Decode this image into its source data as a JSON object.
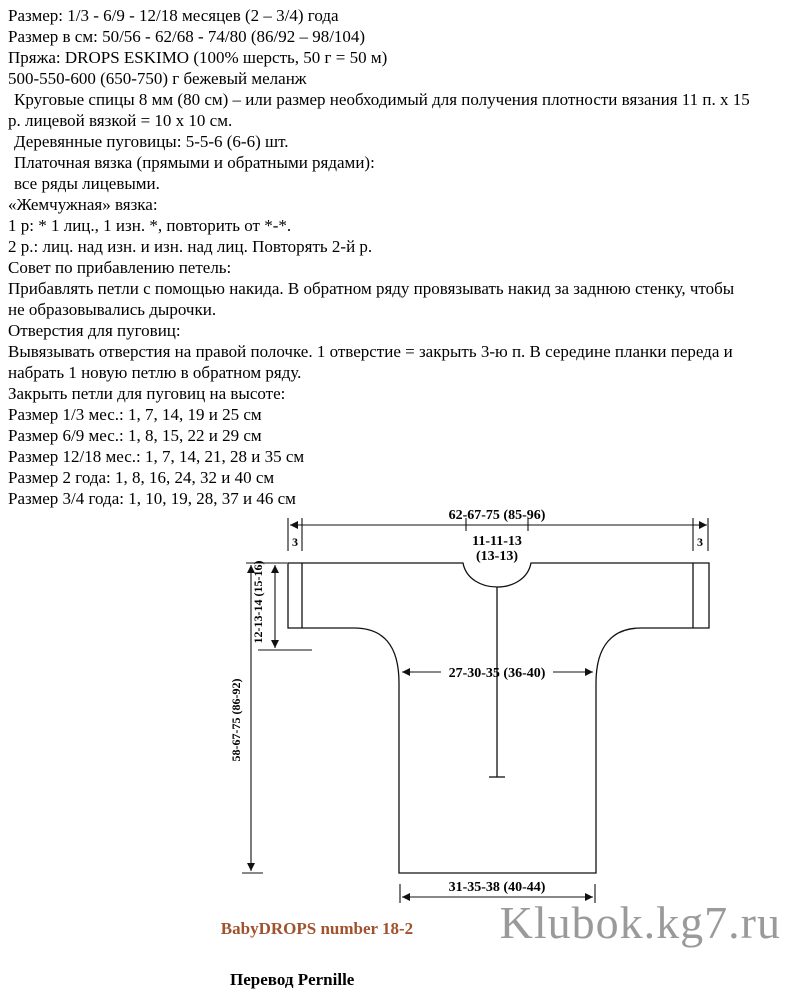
{
  "text_block": {
    "lines": [
      "Размер: 1/3 - 6/9 - 12/18 месяцев (2 – 3/4) года",
      "Размер в см: 50/56 - 62/68 - 74/80 (86/92 – 98/104)",
      "Пряжа: DROPS ESKIMO (100% шерсть, 50 г = 50 м)",
      "500-550-600 (650-750) г бежевый меланж",
      "Круговые спицы 8 мм (80 см) – или размер необходимый для получения плотности вязания 11 п. х 15",
      "р. лицевой вязкой = 10 х 10 см.",
      "Деревянные пуговицы: 5-5-6 (6-6) шт.",
      "Платочная вязка (прямыми и обратными рядами):",
      "все ряды лицевыми.",
      "«Жемчужная» вязка:",
      "1 р: * 1 лиц., 1 изн. *, повторить от *-*.",
      "2 р.: лиц. над изн. и изн. над лиц. Повторять 2-й р.",
      "Совет по прибавлению петель:",
      "Прибавлять петли с помощью накида. В обратном ряду провязывать накид за заднюю стенку, чтобы",
      "не образовывались дырочки.",
      "Отверстия для пуговиц:",
      "Вывязывать отверстия на правой полочке. 1 отверстие = закрыть 3-ю п. В середине планки переда и",
      "набрать 1 новую петлю в обратном ряду.",
      "Закрыть петли для пуговиц на высоте:",
      "Размер 1/3 мес.: 1, 7, 14, 19 и 25 см",
      "Размер 6/9 мес.: 1, 8, 15, 22 и 29 см",
      "Размер 12/18 мес.: 1, 7, 14, 21, 28 и 35 см",
      "Размер 2 года: 1, 8, 16, 24, 32 и 40 см",
      "Размер 3/4 года: 1, 10, 19, 28, 37 и 46 см"
    ]
  },
  "diagram": {
    "top_width": "62-67-75 (85-96)",
    "neck_width": "11-11-13",
    "neck_width_paren": "(13-13)",
    "cuff_left": "3",
    "cuff_right": "3",
    "yoke_depth": "12-13-14 (15-16)",
    "total_length": "58-67-75 (86-92)",
    "chest_width": "27-30-35 (36-40)",
    "hem_width": "31-35-38 (40-44)",
    "caption": "BabyDROPS number 18-2",
    "caption_color": "#a0522d",
    "translator": "Перевод Pernille"
  },
  "watermark": {
    "text": "Klubok.kg7.ru",
    "color": "#9a9a9a"
  }
}
